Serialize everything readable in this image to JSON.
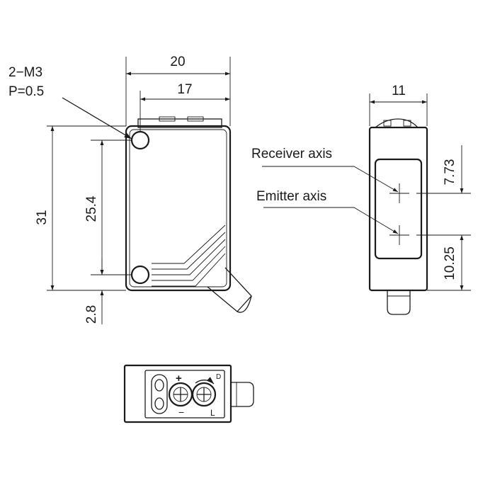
{
  "drawing": {
    "thread": {
      "line1": "2−M3",
      "line2": "P=0.5"
    },
    "dimensions": {
      "width_total": "20",
      "width_hole": "17",
      "height_total": "31",
      "height_hole": "25.4",
      "bottom_offset": "2.8",
      "side_width": "11",
      "receiver_offset": "7.73",
      "emitter_offset": "10.25"
    },
    "labels": {
      "receiver_axis": "Receiver axis",
      "emitter_axis": "Emitter axis"
    },
    "panel_symbols": {
      "plus": "+",
      "minus": "−",
      "light": "L",
      "dark": "D"
    }
  }
}
